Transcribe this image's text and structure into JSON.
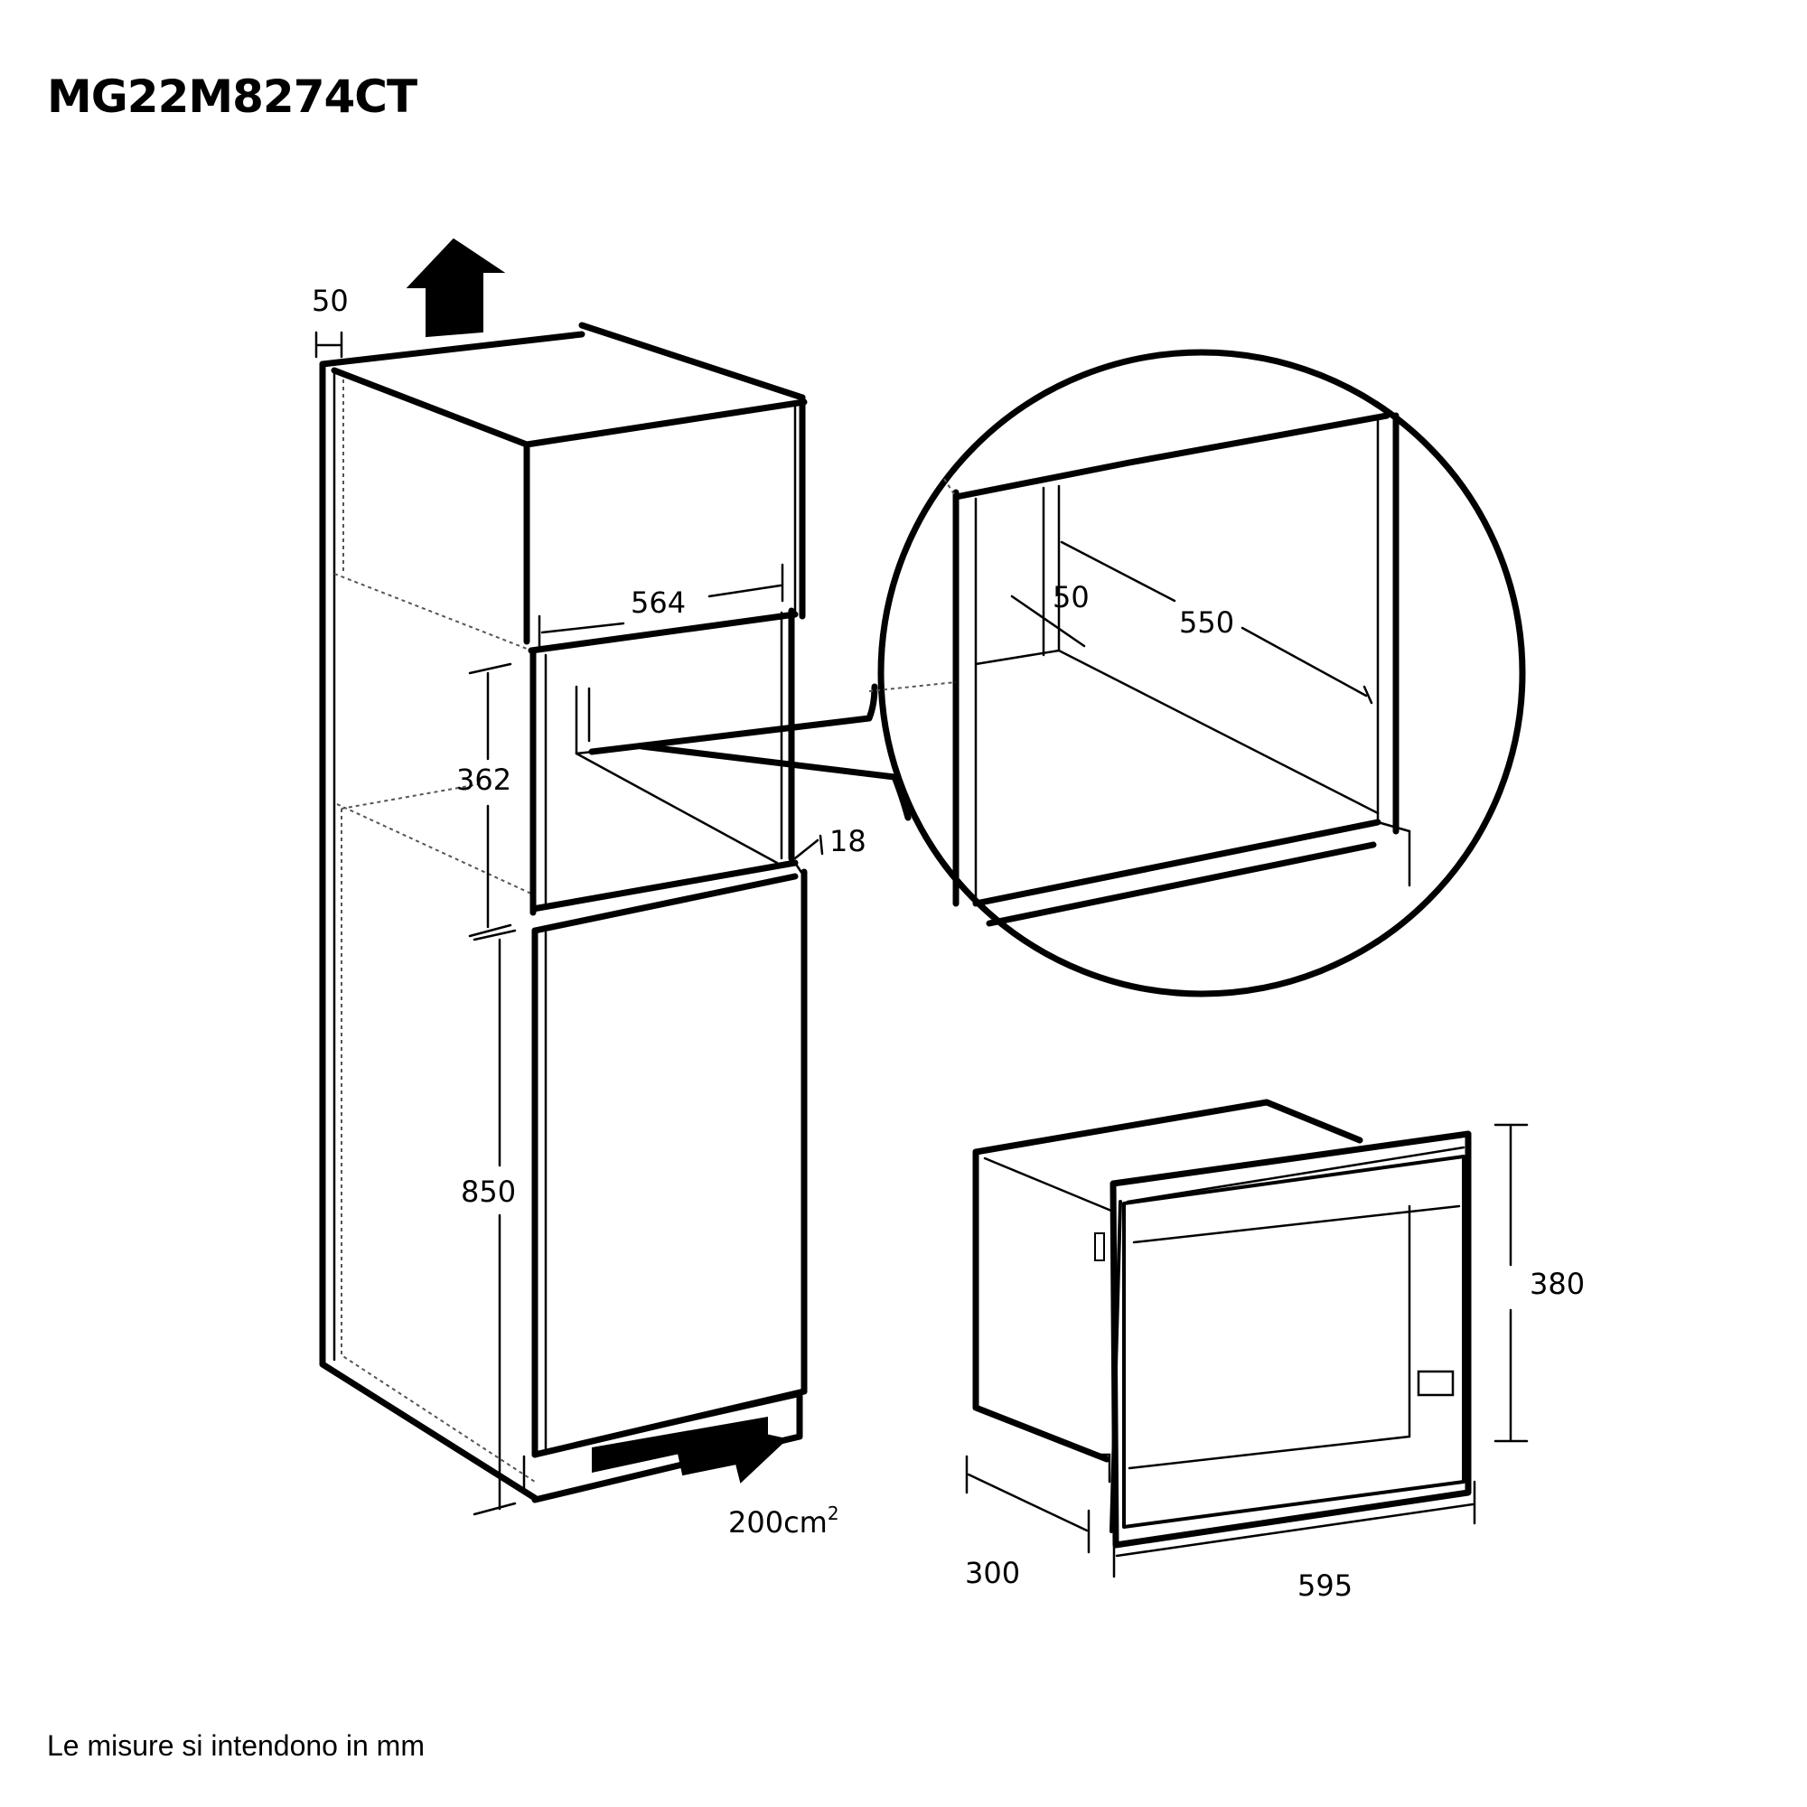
{
  "title": "MG22M8274CT",
  "footnote": "Le misure si intendono in mm",
  "cabinet": {
    "top_gap": "50",
    "niche_width": "564",
    "niche_height": "362",
    "shelf_thickness": "18",
    "base_height": "850",
    "vent_area": "200cm",
    "vent_area_sup": "2"
  },
  "detail": {
    "side_gap": "50",
    "depth": "550"
  },
  "appliance": {
    "height": "380",
    "width": "595",
    "depth": "300"
  }
}
